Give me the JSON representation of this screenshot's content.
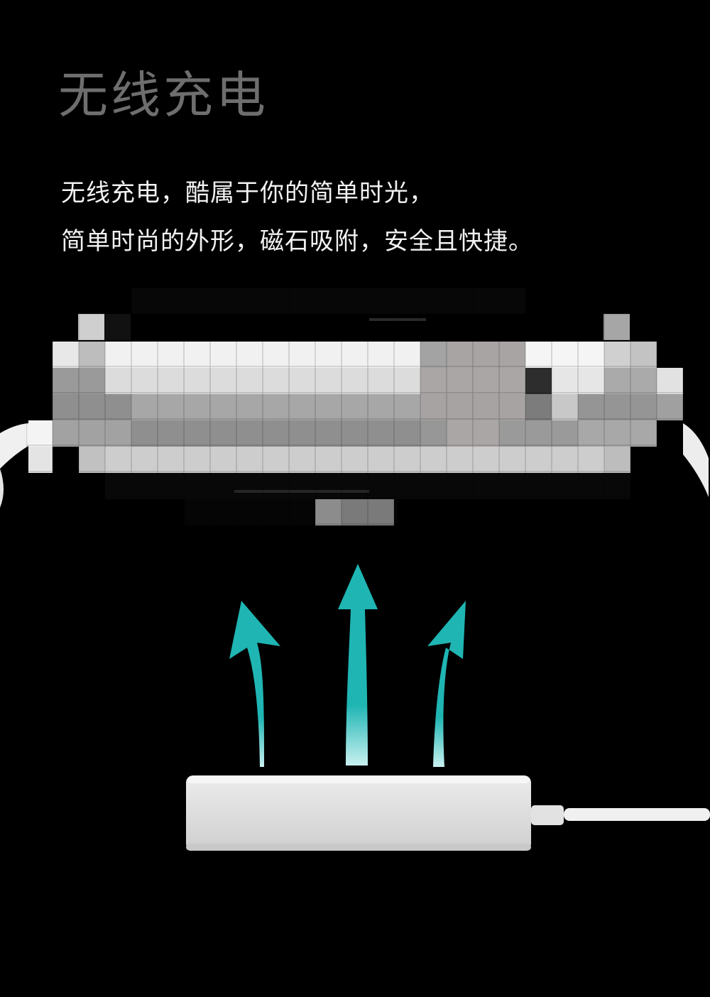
{
  "header": {
    "title": "无线充电"
  },
  "description": {
    "line1": "无线充电，酷属于你的简单时光，",
    "line2": "简单时尚的外形，磁石吸附，安全且快捷。"
  },
  "colors": {
    "background": "#000000",
    "title": "#6e6e6e",
    "text": "#f2f2f2",
    "arrow": "#1fb5b3",
    "charger": "#e6e6e6"
  },
  "icons": {
    "watch": "smartwatch-pixelated",
    "arrows": "upward-arrows-icon",
    "charger": "wireless-charging-pad"
  }
}
